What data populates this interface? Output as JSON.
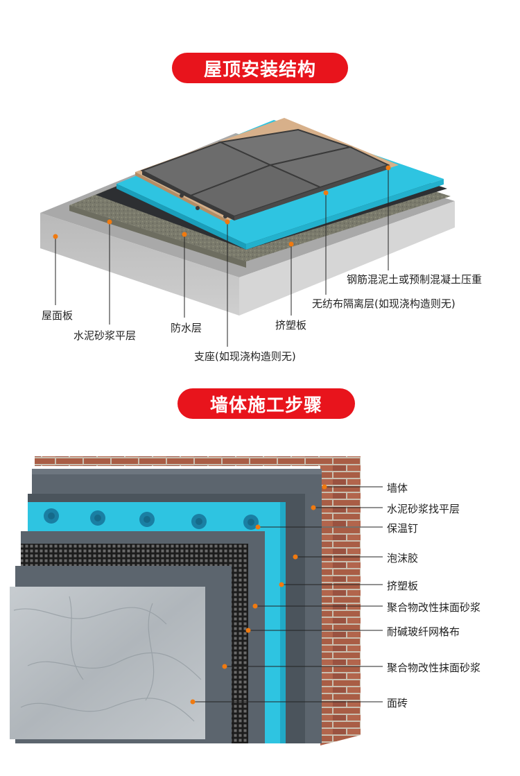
{
  "roof": {
    "title": "屋顶安装结构",
    "labels": {
      "roof_slab": "屋面板",
      "cement_mortar_leveling": "水泥砂浆平层",
      "waterproof_layer": "防水层",
      "xps_board": "挤塑板",
      "support_pedestal": "支座(如现浇构造则无)",
      "nonwoven_isolation": "无纺布隔离层(如现浇构造则无)",
      "concrete_pressure_layer": "钢筋混泥土或预制混凝土压重"
    }
  },
  "wall": {
    "title": "墙体施工步骤",
    "labels": [
      "墙体",
      "水泥砂浆找平层",
      "保温钉",
      "泡沫胶",
      "挤塑板",
      "聚合物改性抹面砂浆",
      "耐碱玻纤网格布",
      "聚合物改性抹面砂浆",
      "面砖"
    ]
  },
  "colors": {
    "accent_red": "#e8141c",
    "xps_blue": "#2fc3e0",
    "marker_orange": "#f07a10",
    "brick": "#a85c45",
    "gray_layer": "#5d6670"
  }
}
